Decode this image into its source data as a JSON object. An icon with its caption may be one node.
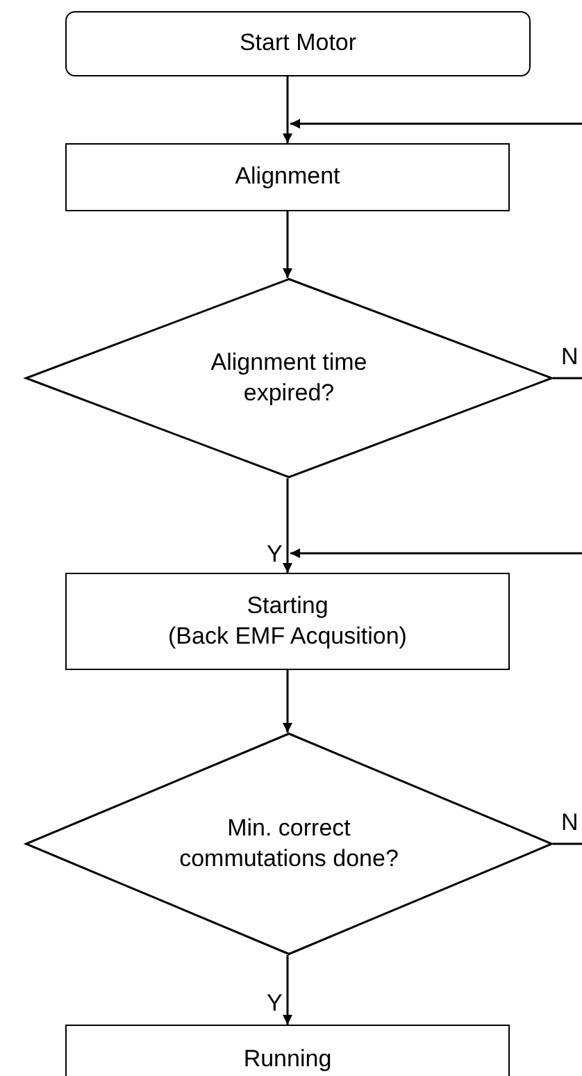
{
  "diagram": {
    "nodes": [
      {
        "text": [
          "Start Motor"
        ]
      },
      {
        "text": [
          "Alignment"
        ]
      },
      {
        "text": [
          "Alignment time expired?"
        ]
      },
      {
        "text": [
          "Starting",
          "(Back EMF Acqusition)"
        ]
      },
      {
        "text": [
          "Min. correct commutations done?"
        ]
      },
      {
        "text": [
          "Running"
        ]
      }
    ],
    "edges": [
      {
        "from": 0,
        "to": 1,
        "arrow": "to"
      },
      {
        "from": null,
        "to": 1,
        "arrow": "to"
      },
      {
        "from": 1,
        "to": 2,
        "arrow": "to"
      },
      {
        "from": 2,
        "to": null,
        "arrow": "none",
        "label": "N"
      },
      {
        "from": 2,
        "to": 3,
        "arrow": "to",
        "label": "Y"
      },
      {
        "from": null,
        "to": 3,
        "arrow": "to"
      },
      {
        "from": 3,
        "to": 4,
        "arrow": "to"
      },
      {
        "from": 4,
        "to": null,
        "arrow": "none",
        "label": "N"
      },
      {
        "from": 4,
        "to": 5,
        "arrow": "to",
        "label": "Y"
      }
    ]
  }
}
